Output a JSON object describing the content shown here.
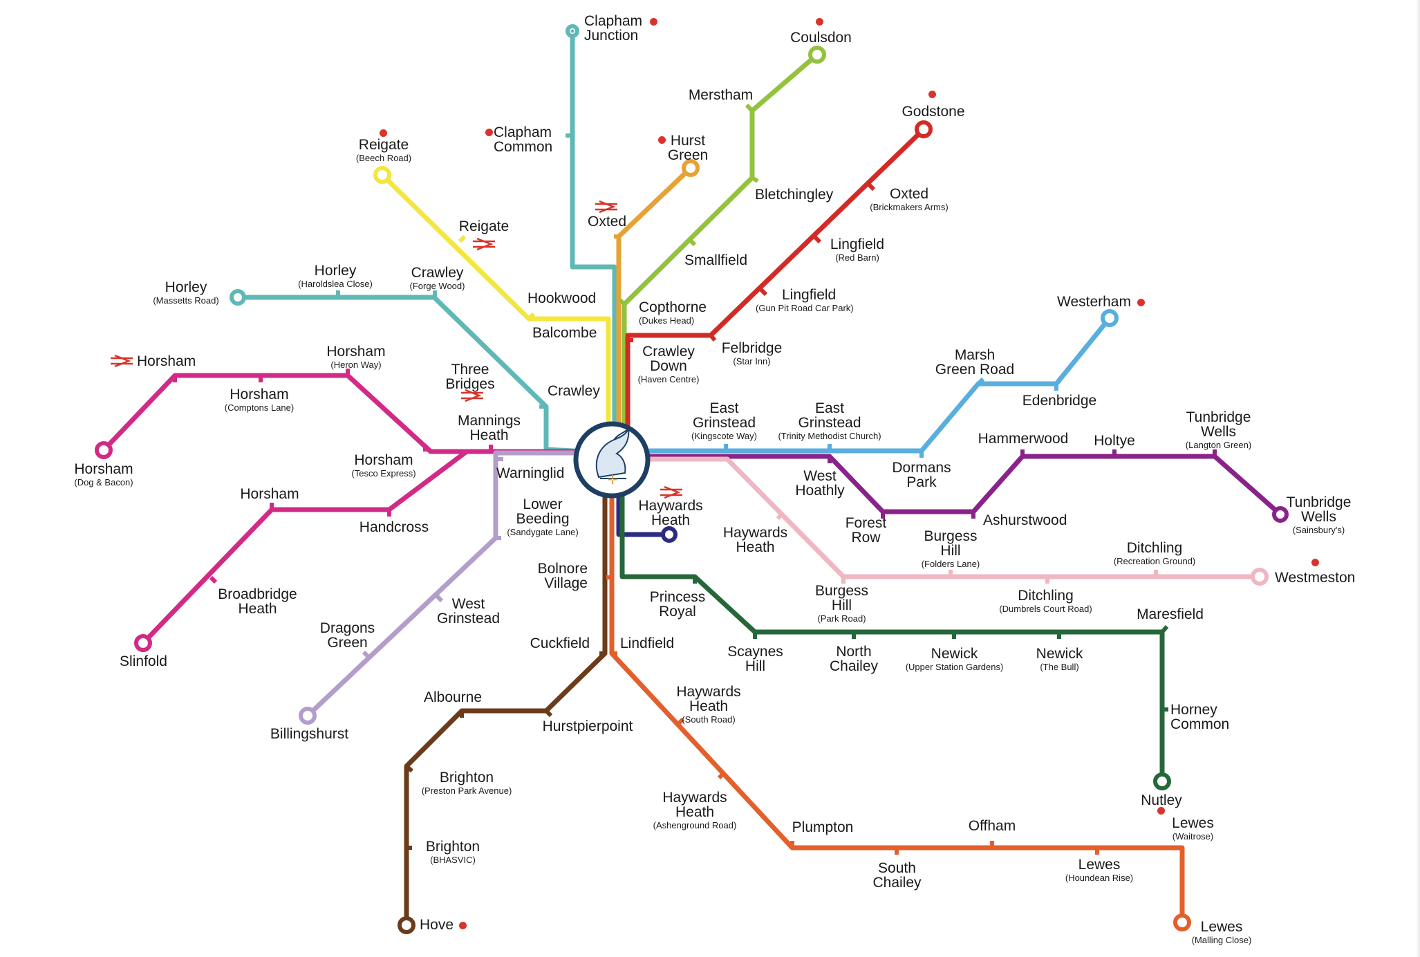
{
  "colors": {
    "teal": "#5fb8b6",
    "lime": "#93c23c",
    "yellow": "#f4e640",
    "orange": "#e5a235",
    "red": "#d32a25",
    "magenta": "#d22a86",
    "lavender": "#b39dca",
    "blue": "#58aedf",
    "purple": "#8a2389",
    "pink": "#efb7c2",
    "navy": "#2c2b83",
    "green": "#26673a",
    "brown": "#6b3b1a",
    "burnt": "#e35f2b",
    "hub": "#1f3e63",
    "rail_red": "#d9342b"
  },
  "hub": {
    "icon": "pelican-crest-icon"
  },
  "stations": {
    "clapham_junction": {
      "name": "Clapham\nJunction",
      "sub": ""
    },
    "clapham_common": {
      "name": "Clapham\nCommon",
      "sub": ""
    },
    "coulsdon": {
      "name": "Coulsdon",
      "sub": ""
    },
    "merstham": {
      "name": "Merstham",
      "sub": ""
    },
    "godstone": {
      "name": "Godstone",
      "sub": ""
    },
    "hurst_green": {
      "name": "Hurst\nGreen",
      "sub": ""
    },
    "reigate_beech": {
      "name": "Reigate",
      "sub": "(Beech Road)"
    },
    "reigate": {
      "name": "Reigate",
      "sub": ""
    },
    "oxted_rail": {
      "name": "Oxted",
      "sub": ""
    },
    "bletchingley": {
      "name": "Bletchingley",
      "sub": ""
    },
    "oxted_brick": {
      "name": "Oxted",
      "sub": "(Brickmakers Arms)"
    },
    "smallfield": {
      "name": "Smallfield",
      "sub": ""
    },
    "lingfield_red": {
      "name": "Lingfield",
      "sub": "(Red Barn)"
    },
    "horley_massetts": {
      "name": "Horley",
      "sub": "(Massetts Road)"
    },
    "horley_haroldslea": {
      "name": "Horley",
      "sub": "(Haroldslea Close)"
    },
    "crawley_forge": {
      "name": "Crawley",
      "sub": "(Forge Wood)"
    },
    "hookwood": {
      "name": "Hookwood",
      "sub": ""
    },
    "copthorne": {
      "name": "Copthorne",
      "sub": "(Dukes Head)"
    },
    "lingfield_gun": {
      "name": "Lingfield",
      "sub": "(Gun Pit Road Car Park)"
    },
    "balcombe": {
      "name": "Balcombe",
      "sub": ""
    },
    "westerham": {
      "name": "Westerham",
      "sub": ""
    },
    "horsham_rail": {
      "name": "Horsham",
      "sub": ""
    },
    "horsham_heron": {
      "name": "Horsham",
      "sub": "(Heron Way)"
    },
    "crawley_down": {
      "name": "Crawley\nDown",
      "sub": "(Haven Centre)"
    },
    "felbridge": {
      "name": "Felbridge",
      "sub": "(Star Inn)"
    },
    "marsh_green": {
      "name": "Marsh\nGreen Road",
      "sub": ""
    },
    "three_bridges": {
      "name": "Three\nBridges",
      "sub": ""
    },
    "edenbridge": {
      "name": "Edenbridge",
      "sub": ""
    },
    "horsham_comptons": {
      "name": "Horsham",
      "sub": "(Comptons Lane)"
    },
    "crawley": {
      "name": "Crawley",
      "sub": ""
    },
    "east_grinstead_k": {
      "name": "East\nGrinstead",
      "sub": "(Kingscote Way)"
    },
    "east_grinstead_t": {
      "name": "East\nGrinstead",
      "sub": "(Trinity Methodist Church)"
    },
    "tunbridge_langton": {
      "name": "Tunbridge\nWells",
      "sub": "(Langton Green)"
    },
    "mannings_heath": {
      "name": "Mannings\nHeath",
      "sub": ""
    },
    "hammerwood": {
      "name": "Hammerwood",
      "sub": ""
    },
    "holtye": {
      "name": "Holtye",
      "sub": ""
    },
    "horsham_dog": {
      "name": "Horsham",
      "sub": "(Dog & Bacon)"
    },
    "horsham_tesco": {
      "name": "Horsham",
      "sub": "(Tesco Express)"
    },
    "dormans_park": {
      "name": "Dormans\nPark",
      "sub": ""
    },
    "warninglid": {
      "name": "Warninglid",
      "sub": ""
    },
    "west_hoathly": {
      "name": "West\nHoathly",
      "sub": ""
    },
    "horsham": {
      "name": "Horsham",
      "sub": ""
    },
    "lower_beeding": {
      "name": "Lower\nBeeding",
      "sub": "(Sandygate Lane)"
    },
    "haywards_heath_rail": {
      "name": "Haywards\nHeath",
      "sub": ""
    },
    "tunbridge_sains": {
      "name": "Tunbridge\nWells",
      "sub": "(Sainsbury's)"
    },
    "ashurstwood": {
      "name": "Ashurstwood",
      "sub": ""
    },
    "forest_row": {
      "name": "Forest\nRow",
      "sub": ""
    },
    "handcross": {
      "name": "Handcross",
      "sub": ""
    },
    "haywards_heath": {
      "name": "Haywards\nHeath",
      "sub": ""
    },
    "burgess_folders": {
      "name": "Burgess\nHill",
      "sub": "(Folders Lane)"
    },
    "ditchling_rec": {
      "name": "Ditchling",
      "sub": "(Recreation Ground)"
    },
    "westmeston": {
      "name": "Westmeston",
      "sub": ""
    },
    "bolnore": {
      "name": "Bolnore\nVillage",
      "sub": ""
    },
    "broadbridge": {
      "name": "Broadbridge\nHeath",
      "sub": ""
    },
    "princess_royal": {
      "name": "Princess\nRoyal",
      "sub": ""
    },
    "burgess_park": {
      "name": "Burgess\nHill",
      "sub": "(Park Road)"
    },
    "ditchling_dumbrels": {
      "name": "Ditchling",
      "sub": "(Dumbrels Court Road)"
    },
    "west_grinstead": {
      "name": "West\nGrinstead",
      "sub": ""
    },
    "maresfield": {
      "name": "Maresfield",
      "sub": ""
    },
    "dragons_green": {
      "name": "Dragons\nGreen",
      "sub": ""
    },
    "slinfold": {
      "name": "Slinfold",
      "sub": ""
    },
    "cuckfield": {
      "name": "Cuckfield",
      "sub": ""
    },
    "lindfield": {
      "name": "Lindfield",
      "sub": ""
    },
    "scaynes_hill": {
      "name": "Scaynes\nHill",
      "sub": ""
    },
    "north_chailey": {
      "name": "North\nChailey",
      "sub": ""
    },
    "newick_upper": {
      "name": "Newick",
      "sub": "(Upper Station Gardens)"
    },
    "newick_bull": {
      "name": "Newick",
      "sub": "(The Bull)"
    },
    "haywards_south": {
      "name": "Haywards\nHeath",
      "sub": "(South Road)"
    },
    "albourne": {
      "name": "Albourne",
      "sub": ""
    },
    "horney_common": {
      "name": "Horney\nCommon",
      "sub": ""
    },
    "billingshurst": {
      "name": "Billingshurst",
      "sub": ""
    },
    "hurstpierpoint": {
      "name": "Hurstpierpoint",
      "sub": ""
    },
    "brighton_preston": {
      "name": "Brighton",
      "sub": "(Preston Park Avenue)"
    },
    "nutley": {
      "name": "Nutley",
      "sub": ""
    },
    "haywards_ashen": {
      "name": "Haywards\nHeath",
      "sub": "(Ashenground Road)"
    },
    "plumpton": {
      "name": "Plumpton",
      "sub": ""
    },
    "offham": {
      "name": "Offham",
      "sub": ""
    },
    "lewes_waitrose": {
      "name": "Lewes",
      "sub": "(Waitrose)"
    },
    "brighton_bhasvic": {
      "name": "Brighton",
      "sub": "(BHASVIC)"
    },
    "south_chailey": {
      "name": "South\nChailey",
      "sub": ""
    },
    "lewes_houndean": {
      "name": "Lewes",
      "sub": "(Houndean Rise)"
    },
    "hove": {
      "name": "Hove",
      "sub": ""
    },
    "lewes_malling": {
      "name": "Lewes",
      "sub": "(Malling Close)"
    }
  }
}
